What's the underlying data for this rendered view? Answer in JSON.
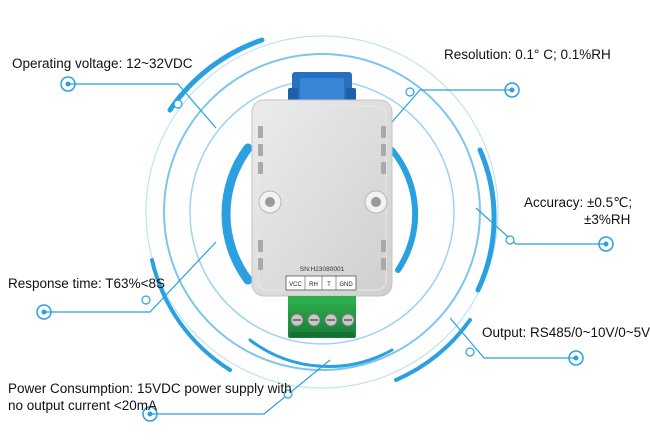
{
  "specs": {
    "operating_voltage": "Operating voltage: 12~32VDC",
    "resolution": "Resolution: 0.1° C; 0.1%RH",
    "accuracy_line1": "Accuracy: ±0.5℃;",
    "accuracy_line2": "±3%RH",
    "response_time": "Response time: T63%<8S",
    "output": "Output: RS485/0~10V/0~5V",
    "power_line1": "Power Consumption: 15VDC power supply with",
    "power_line2": "no output current <20mA"
  },
  "device": {
    "serial_label": "SN:H23080001",
    "terminal_labels": [
      "VCC",
      "RH",
      "T",
      "GND"
    ]
  },
  "colors": {
    "accent_blue": "#2ba0e0",
    "accent_light": "#8fd0f0",
    "housing": "#dedede",
    "terminal_green": "#1f9a3a",
    "clip_blue": "#2870c0"
  }
}
